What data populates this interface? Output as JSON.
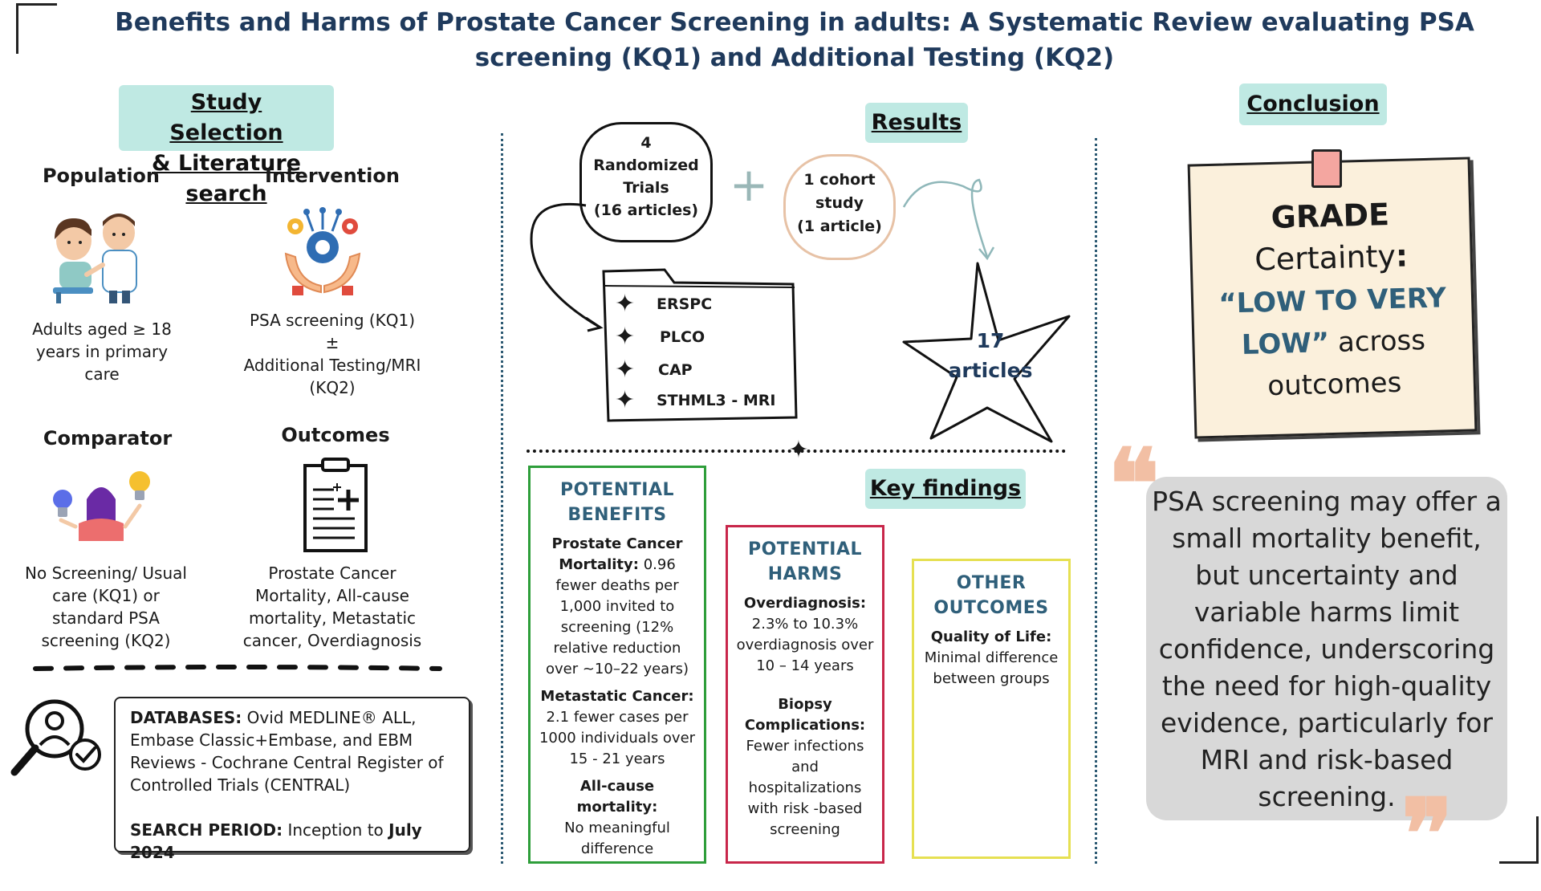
{
  "title": "Benefits and Harms of Prostate Cancer Screening in adults: A Systematic Review evaluating PSA screening (KQ1) and Additional Testing (KQ2)",
  "study_selection": {
    "heading_line1": "Study Selection",
    "heading_line2": "& Literature search",
    "population": {
      "label": "Population",
      "text": "Adults aged ≥ 18 years in primary care",
      "icon": "doctor-patient-icon"
    },
    "intervention": {
      "label": "Intervention",
      "line1": "PSA screening (KQ1)",
      "line2": "±",
      "line3": "Additional Testing/MRI (KQ2)",
      "icon": "gears-hands-icon"
    },
    "comparator": {
      "label": "Comparator",
      "text": "No Screening/ Usual care (KQ1) or standard PSA screening (KQ2)",
      "icon": "person-lightbulbs-icon"
    },
    "outcomes": {
      "label": "Outcomes",
      "text": "Prostate Cancer Mortality, All-cause mortality, Metastatic cancer, Overdiagnosis",
      "icon": "clipboard-icon"
    },
    "databases_label": "DATABASES:",
    "databases_text": "Ovid MEDLINE® ALL, Embase Classic+Embase, and EBM Reviews - Cochrane Central Register of Controlled Trials (CENTRAL)",
    "search_label": "SEARCH PERIOD:",
    "search_text": "Inception to",
    "search_end": "July 2024"
  },
  "results": {
    "heading": "Results",
    "trials_line1": "4",
    "trials_line2": "Randomized",
    "trials_line3": "Trials",
    "trials_line4": "(16 articles)",
    "plus": "+",
    "cohort_line1": "1 cohort",
    "cohort_line2": "study",
    "cohort_line3": "(1 article)",
    "trials_list": [
      "ERSPC",
      "PLCO",
      "CAP",
      "STHML3 - MRI"
    ],
    "star_line1": "17",
    "star_line2": "articles"
  },
  "key_findings": {
    "heading": "Key findings",
    "benefits": {
      "title_line1": "POTENTIAL",
      "title_line2": "BENEFITS",
      "pcm_label": "Prostate Cancer Mortality:",
      "pcm_text": "0.96 fewer deaths per 1,000 invited to screening (12% relative reduction over ~10–22 years)",
      "meta_label": "Metastatic Cancer:",
      "meta_text": "2.1 fewer cases per 1000 individuals over 15 - 21 years",
      "acm_label": "All-cause mortality:",
      "acm_text": "No meaningful difference"
    },
    "harms": {
      "title_line1": "POTENTIAL",
      "title_line2": "HARMS",
      "over_label": "Overdiagnosis:",
      "over_text": "2.3% to 10.3% overdiagnosis over 10 – 14 years",
      "biopsy_label": "Biopsy Complications:",
      "biopsy_text": "Fewer infections and hospitalizations with risk -based screening"
    },
    "other": {
      "title_line1": "OTHER",
      "title_line2": "OUTCOMES",
      "qol_label": "Quality of Life:",
      "qol_text": "Minimal difference between groups"
    }
  },
  "conclusion": {
    "heading": "Conclusion",
    "grade": "GRADE",
    "certainty": "Certainty",
    "colon": ":",
    "rating_line1": "“LOW TO VERY",
    "rating_line2": "LOW”",
    "rating_rest": " across outcomes",
    "quote": "PSA screening may offer a small mortality benefit, but uncertainty and variable harms limit confidence, underscoring the need for high-quality evidence, particularly for MRI and risk-based screening."
  },
  "colors": {
    "title": "#1f3a5c",
    "pill": "#bfe9e3",
    "benefits_border": "#2e9e3a",
    "harms_border": "#c8264a",
    "other_border": "#e6e052",
    "note_bg": "#fbf0dc",
    "pin": "#f4a6a0",
    "quote_bg": "#d8d8d8",
    "quote_marks": "#f2bfa4"
  }
}
